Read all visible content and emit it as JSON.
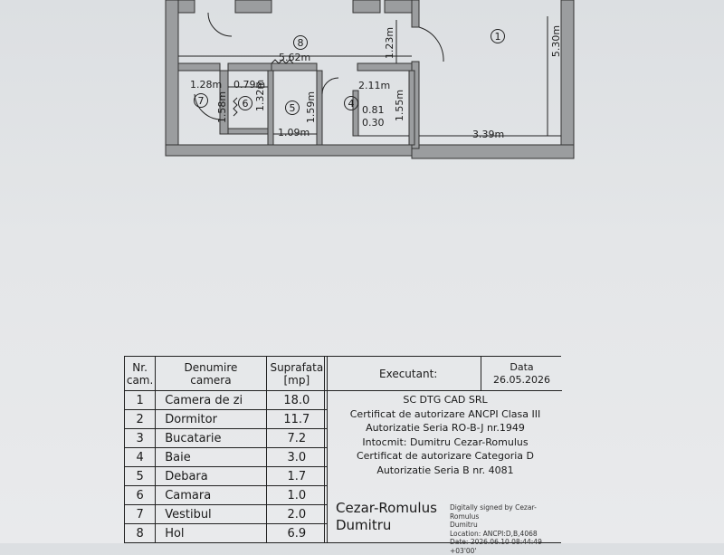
{
  "plan": {
    "dimensions": {
      "d_562": "5.62m",
      "d_123": "1.23m",
      "d_530": "5.30m",
      "d_128": "1.28m",
      "d_079": "0.79m",
      "d_132": "1.32m",
      "d_158": "1.58m",
      "d_159": "1.59m",
      "d_109": "1.09m",
      "d_211": "2.11m",
      "d_081": "0.81",
      "d_030": "0.30",
      "d_155": "1.55m",
      "d_339": "3.39m"
    },
    "room_numbers": [
      "1",
      "4",
      "5",
      "6",
      "7",
      "8"
    ]
  },
  "table": {
    "headers": {
      "nr": "Nr.\ncam.",
      "name": "Denumire\ncamera",
      "area": "Suprafata\n[mp]"
    },
    "rows": [
      {
        "nr": "1",
        "name": "Camera de zi",
        "area": "18.0"
      },
      {
        "nr": "2",
        "name": "Dormitor",
        "area": "11.7"
      },
      {
        "nr": "3",
        "name": "Bucatarie",
        "area": "7.2"
      },
      {
        "nr": "4",
        "name": "Baie",
        "area": "3.0"
      },
      {
        "nr": "5",
        "name": "Debara",
        "area": "1.7"
      },
      {
        "nr": "6",
        "name": "Camara",
        "area": "1.0"
      },
      {
        "nr": "7",
        "name": "Vestibul",
        "area": "2.0"
      },
      {
        "nr": "8",
        "name": "Hol",
        "area": "6.9"
      }
    ]
  },
  "executant": {
    "label": "Executant:",
    "date_label": "Data",
    "date_value": "26.05.2026",
    "lines": [
      "SC DTG CAD SRL",
      "Certificat de autorizare ANCPI Clasa III",
      "Autorizatie Seria RO-B-J nr.1949",
      "Intocmit: Dumitru Cezar-Romulus",
      "Certificat de autorizare Categoria D",
      "Autorizatie Seria B nr. 4081"
    ],
    "signature_name_1": "Cezar-Romulus",
    "signature_name_2": "Dumitru",
    "digital_sig": [
      "Digitally signed by Cezar-Romulus",
      "Dumitru",
      "Location: ANCPI:D,B,4068",
      "Date: 2026.06.10 08:44:49 +03'00'"
    ]
  }
}
